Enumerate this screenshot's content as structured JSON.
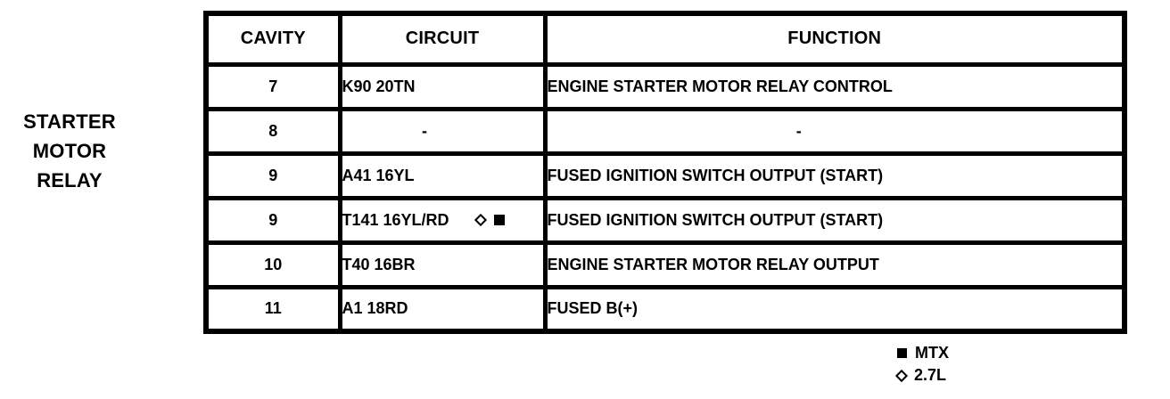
{
  "colors": {
    "foreground": "#000000",
    "background": "#ffffff"
  },
  "side_label": {
    "lines": [
      "STARTER",
      "MOTOR",
      "RELAY"
    ]
  },
  "table": {
    "headers": [
      "CAVITY",
      "CIRCUIT",
      "FUNCTION"
    ],
    "rows": [
      {
        "cavity": "7",
        "circuit": "K90 20TN",
        "circuit_symbols": [],
        "function": "ENGINE STARTER MOTOR RELAY CONTROL"
      },
      {
        "cavity": "8",
        "circuit": "-",
        "circuit_symbols": [],
        "function": "-"
      },
      {
        "cavity": "9",
        "circuit": "A41 16YL",
        "circuit_symbols": [],
        "function": "FUSED IGNITION SWITCH OUTPUT (START)"
      },
      {
        "cavity": "9",
        "circuit": "T141 16YL/RD",
        "circuit_symbols": [
          "diamond-icon",
          "square-icon"
        ],
        "function": "FUSED IGNITION SWITCH OUTPUT (START)"
      },
      {
        "cavity": "10",
        "circuit": "T40 16BR",
        "circuit_symbols": [],
        "function": "ENGINE STARTER MOTOR RELAY OUTPUT"
      },
      {
        "cavity": "11",
        "circuit": "A1 18RD",
        "circuit_symbols": [],
        "function": "FUSED B(+)"
      }
    ]
  },
  "legend": {
    "items": [
      {
        "symbol": "square-icon",
        "label": "MTX"
      },
      {
        "symbol": "diamond-icon",
        "label": "2.7L"
      }
    ]
  }
}
